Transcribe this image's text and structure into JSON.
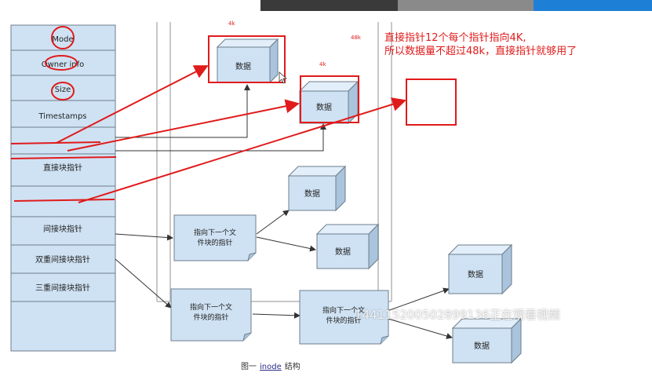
{
  "topbar": {
    "colors": [
      "#3a3a3a",
      "#8a8a8a",
      "#1e7fd6"
    ]
  },
  "inode": {
    "fields": [
      "Mode",
      "Owner info",
      "Size",
      "Timestamps",
      "",
      "直接块指针",
      "",
      "间接块指针",
      "双重间接块指针",
      "三重间接块指针",
      ""
    ]
  },
  "blocks": {
    "data_label": "数据",
    "pointer_block_label": "指向下一个文件块的指针"
  },
  "annotations": {
    "size_4k_a": "4k",
    "size_4k_b": "4k",
    "size_48k": "48k",
    "note_line1": "直接指针12个每个指针指向4K,",
    "note_line2": "所以数据量不超过48k，直接指针就够用了"
  },
  "caption": {
    "prefix": "图一",
    "keyword": "inode",
    "suffix": "结构"
  },
  "watermark": "144115200502899136正在观看视频",
  "colors": {
    "block_fill": "#cfe2f3",
    "block_stroke": "#6c7d8c",
    "annotation": "#e01b1b"
  }
}
